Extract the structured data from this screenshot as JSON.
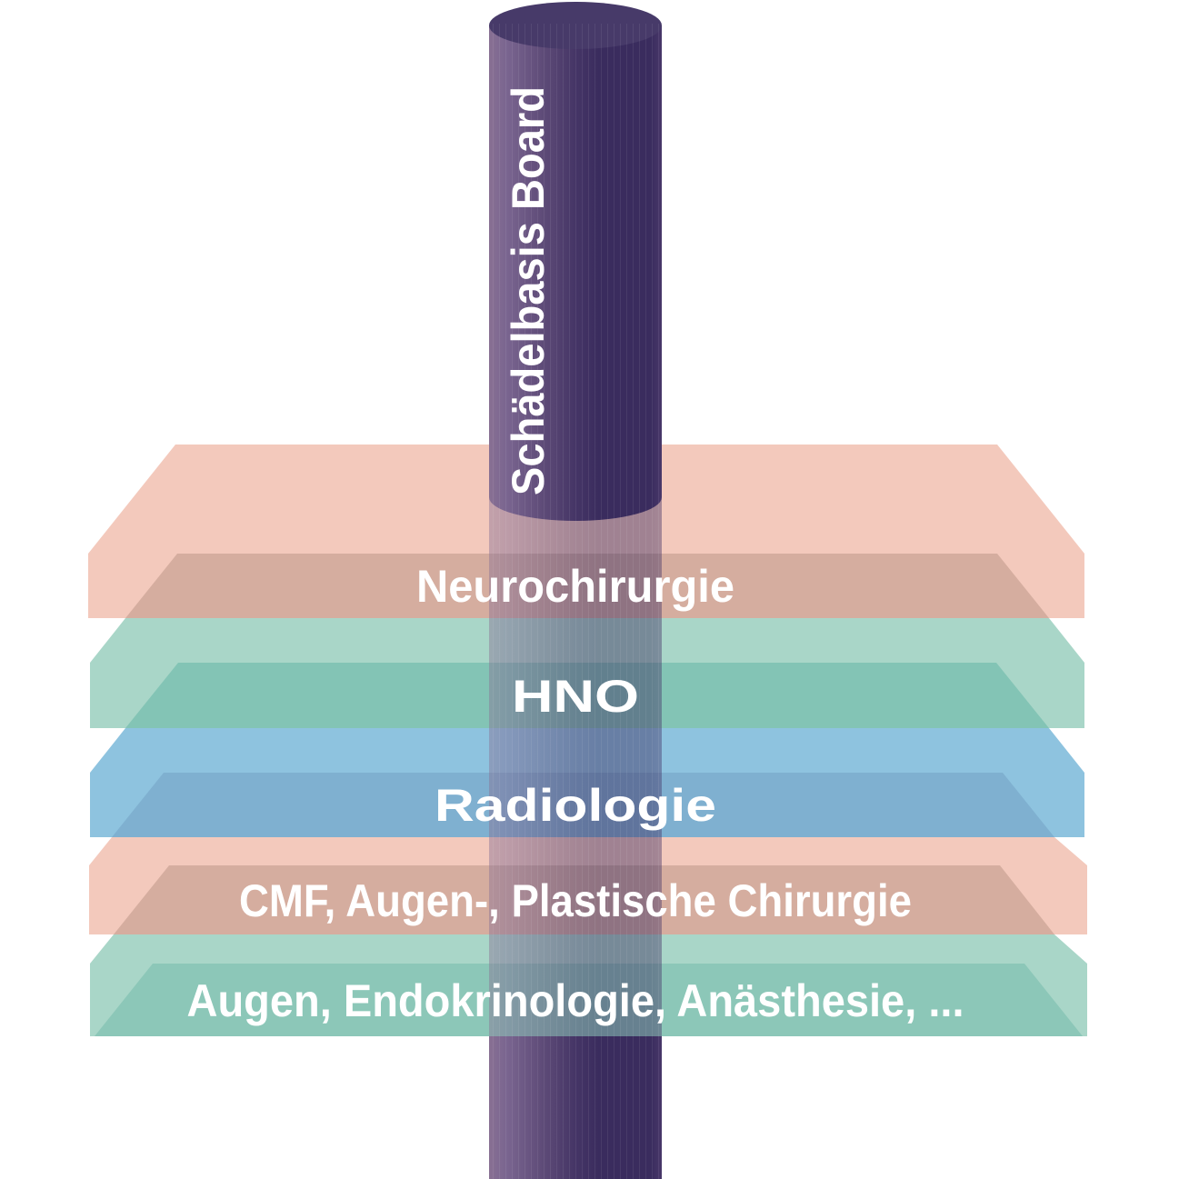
{
  "diagram": {
    "cylinder": {
      "label": "Schädelbasis Board"
    },
    "layers": [
      {
        "label": "Neurochirurgie",
        "top_color": "#f3c9bc",
        "band_color": "#d5ad9f"
      },
      {
        "label": "HNO",
        "top_color": "#a9d6c8",
        "band_color": "#83c4b5"
      },
      {
        "label": "Radiologie",
        "top_color": "#8ec3df",
        "band_color": "#7fb0d0"
      },
      {
        "label": "CMF, Augen-, Plastische Chirurgie",
        "top_color": "#f3c9bc",
        "band_color": "#d5ad9f"
      },
      {
        "label": "Augen, Endokrinologie, Anästhesie, ...",
        "top_color": "#a9d6c8",
        "band_color": "#8cc7b8"
      }
    ],
    "colors": {
      "background": "#ffffff",
      "label_text": "#ffffff",
      "cyl_edge_left": "#887093",
      "cyl_light": "#7a6590",
      "cyl_mid": "#5d4a77",
      "cyl_mid2": "#453566",
      "cyl_dark": "#3a2c5e",
      "cyl_edge_right": "#49386a",
      "cyl_cap": "#473a69"
    }
  }
}
